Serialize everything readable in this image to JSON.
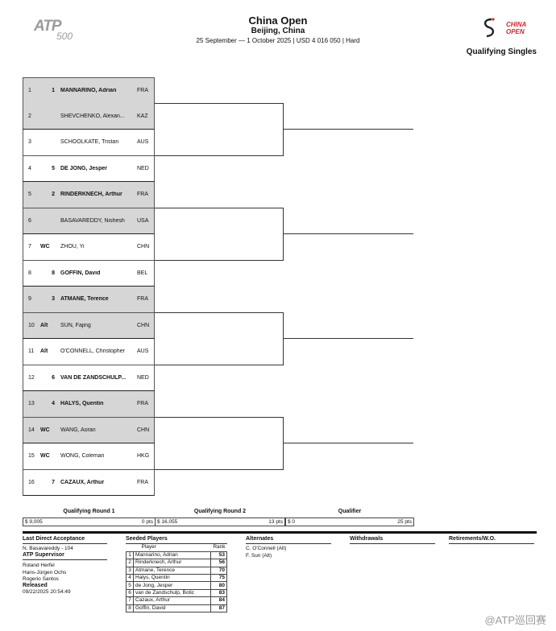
{
  "header": {
    "atp_logo": "ATP",
    "atp_level": "500",
    "title": "China Open",
    "location": "Beijing, China",
    "details": "25 September — 1 October 2025 | USD 4 016 050 | Hard",
    "sponsor_logo_line1": "CHINA",
    "sponsor_logo_line2": "OPEN",
    "draw_type": "Qualifying Singles"
  },
  "draw": [
    {
      "num": "1",
      "entry": "",
      "seed": "1",
      "name": "MANNARINO, Adrian",
      "bold": true,
      "nat": "FRA"
    },
    {
      "num": "2",
      "entry": "",
      "seed": "",
      "name": "SHEVCHENKO, Alexan...",
      "bold": false,
      "nat": "KAZ"
    },
    {
      "num": "3",
      "entry": "",
      "seed": "",
      "name": "SCHOOLKATE, Tristan",
      "bold": false,
      "nat": "AUS"
    },
    {
      "num": "4",
      "entry": "",
      "seed": "5",
      "name": "DE JONG, Jesper",
      "bold": true,
      "nat": "NED"
    },
    {
      "num": "5",
      "entry": "",
      "seed": "2",
      "name": "RINDERKNECH, Arthur",
      "bold": true,
      "nat": "FRA"
    },
    {
      "num": "6",
      "entry": "",
      "seed": "",
      "name": "BASAVAREDDY, Nishesh",
      "bold": false,
      "nat": "USA"
    },
    {
      "num": "7",
      "entry": "WC",
      "seed": "",
      "name": "ZHOU, Yi",
      "bold": false,
      "nat": "CHN"
    },
    {
      "num": "8",
      "entry": "",
      "seed": "8",
      "name": "GOFFIN, David",
      "bold": true,
      "nat": "BEL"
    },
    {
      "num": "9",
      "entry": "",
      "seed": "3",
      "name": "ATMANE, Terence",
      "bold": true,
      "nat": "FRA"
    },
    {
      "num": "10",
      "entry": "Alt",
      "seed": "",
      "name": "SUN, Fajing",
      "bold": false,
      "nat": "CHN"
    },
    {
      "num": "11",
      "entry": "Alt",
      "seed": "",
      "name": "O'CONNELL, Christopher",
      "bold": false,
      "nat": "AUS"
    },
    {
      "num": "12",
      "entry": "",
      "seed": "6",
      "name": "VAN DE ZANDSCHULP...",
      "bold": true,
      "nat": "NED"
    },
    {
      "num": "13",
      "entry": "",
      "seed": "4",
      "name": "HALYS, Quentin",
      "bold": true,
      "nat": "FRA"
    },
    {
      "num": "14",
      "entry": "WC",
      "seed": "",
      "name": "WANG, Aoran",
      "bold": false,
      "nat": "CHN"
    },
    {
      "num": "15",
      "entry": "WC",
      "seed": "",
      "name": "WONG, Coleman",
      "bold": false,
      "nat": "HKG"
    },
    {
      "num": "16",
      "entry": "",
      "seed": "7",
      "name": "CAZAUX, Arthur",
      "bold": true,
      "nat": "FRA"
    }
  ],
  "rounds": [
    {
      "label": "Qualifying Round 1",
      "prize": "$ 9,005",
      "points": "0 pts"
    },
    {
      "label": "Qualifying Round 2",
      "prize": "$ 16,055",
      "points": "13 pts"
    },
    {
      "label": "Qualifier",
      "prize": "$ 0",
      "points": "25 pts"
    }
  ],
  "footer": {
    "lda_title": "Last Direct Acceptance",
    "lda_value": "N. Basavareddy - 104",
    "supervisor_title": "ATP Supervisor",
    "officials": [
      "Roland Herfel",
      "Hans-Jürgen Ochs",
      "Rogerio Santos"
    ],
    "released_title": "Released",
    "released_value": "09/22/2025 20:54:49",
    "seeded_title": "Seeded Players",
    "seeded_col_player": "Player",
    "seeded_col_rank": "Rank",
    "seeded": [
      {
        "idx": "1",
        "player": "Mannarino, Adrian",
        "rank": "53"
      },
      {
        "idx": "2",
        "player": "Rinderknech, Arthur",
        "rank": "56"
      },
      {
        "idx": "3",
        "player": "Atmane, Terence",
        "rank": "70"
      },
      {
        "idx": "4",
        "player": "Halys, Quentin",
        "rank": "75"
      },
      {
        "idx": "5",
        "player": "de Jong, Jesper",
        "rank": "80"
      },
      {
        "idx": "6",
        "player": "van de Zandschulp, Botic",
        "rank": "83"
      },
      {
        "idx": "7",
        "player": "Cazaux, Arthur",
        "rank": "84"
      },
      {
        "idx": "8",
        "player": "Goffin, David",
        "rank": "87"
      }
    ],
    "alternates_title": "Alternates",
    "alternates": [
      "C. O'Connell (Alt)",
      "F. Sun (Alt)"
    ],
    "withdrawals_title": "Withdrawals",
    "retirements_title": "Retirements/W.O."
  },
  "watermark": "@ATP巡回赛",
  "colors": {
    "shaded": "#d6d6d6",
    "sponsor_red": "#d8232a"
  }
}
